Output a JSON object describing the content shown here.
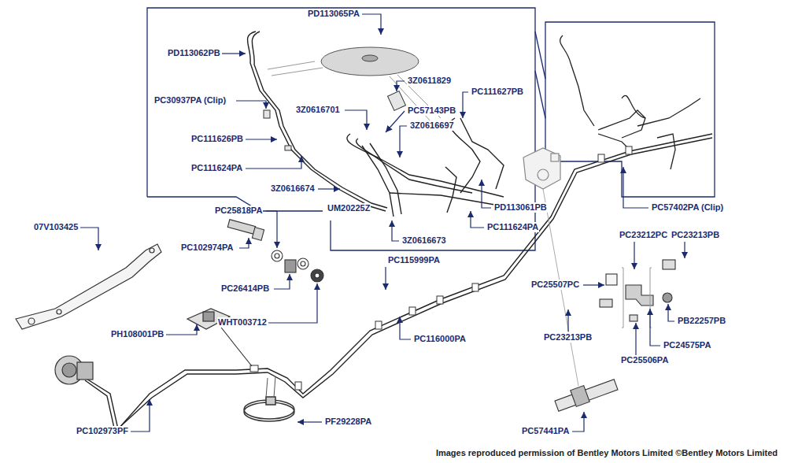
{
  "diagram": {
    "caption": "Images reproduced permission of Bentley Motors Limited ©Bentley Motors Limited",
    "labels": [
      "PD113065PA",
      "PD113062PB",
      "3Z0611829",
      "PC30937PA (Clip)",
      "3Z0616701",
      "PC57143PB",
      "PC111627PB",
      "3Z0616697",
      "PC111626PB",
      "PC111624PA",
      "3Z0616674",
      "UM20225Z",
      "PD113061PB",
      "3Z0616673",
      "PC111624PA",
      "PC25818PA",
      "07V103425",
      "PC102974PA",
      "PC57402PA (Clip)",
      "PC23212PC",
      "PC23213PB",
      "PC115999PA",
      "PC25507PC",
      "PC26414PB",
      "WHT003712",
      "PH108001PB",
      "PC116000PA",
      "PB22257PB",
      "PC23213PB",
      "PC24575PA",
      "PC25506PA",
      "PC102973PF",
      "PF29228PA",
      "PC57441PA"
    ]
  }
}
